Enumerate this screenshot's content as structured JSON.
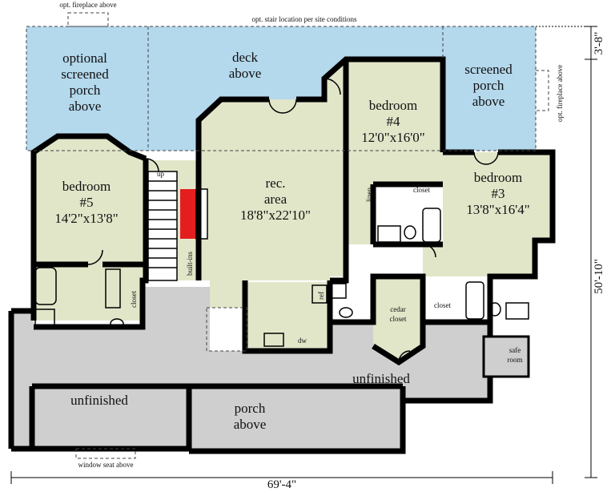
{
  "notes": {
    "fireplace_top": "opt. fireplace above",
    "stair_location": "opt. stair location per site conditions",
    "fireplace_right": "opt. fireplace above",
    "window_seat": "window seat above"
  },
  "rooms": {
    "optional_porch": [
      "optional",
      "screened",
      "porch",
      "above"
    ],
    "deck": [
      "deck",
      "above"
    ],
    "screened_porch": [
      "screened",
      "porch",
      "above"
    ],
    "bedroom4": [
      "bedroom",
      "#4",
      "12'0\"x16'0\""
    ],
    "bedroom5": [
      "bedroom",
      "#5",
      "14'2\"x13'8\""
    ],
    "rec_area": [
      "rec.",
      "area",
      "18'8\"x22'10\""
    ],
    "bedroom3": [
      "bedroom",
      "#3",
      "13'8\"x16'4\""
    ],
    "unfinished_left": "unfinished",
    "unfinished_right": "unfinished",
    "porch_above": [
      "porch",
      "above"
    ],
    "cedar_closet": [
      "cedar",
      "closet"
    ],
    "safe_room": [
      "safe",
      "room"
    ]
  },
  "small_labels": {
    "up": "up",
    "closet_b5": "closet",
    "closet_b4": "closet",
    "closet_b3": "closet",
    "built_ins": "built-ins",
    "linen": "linen",
    "ref": "ref",
    "dw": "dw"
  },
  "dimensions": {
    "width": "69'-4\"",
    "depth": "50'-10\"",
    "porch_depth": "3'-8\""
  },
  "colors": {
    "porch_blue": "#b4d8ec",
    "room_beige": "#e2e6c9",
    "unfinished_gray": "#cfcfcf",
    "fireplace_red": "#e41e1e",
    "wall": "#000000"
  }
}
